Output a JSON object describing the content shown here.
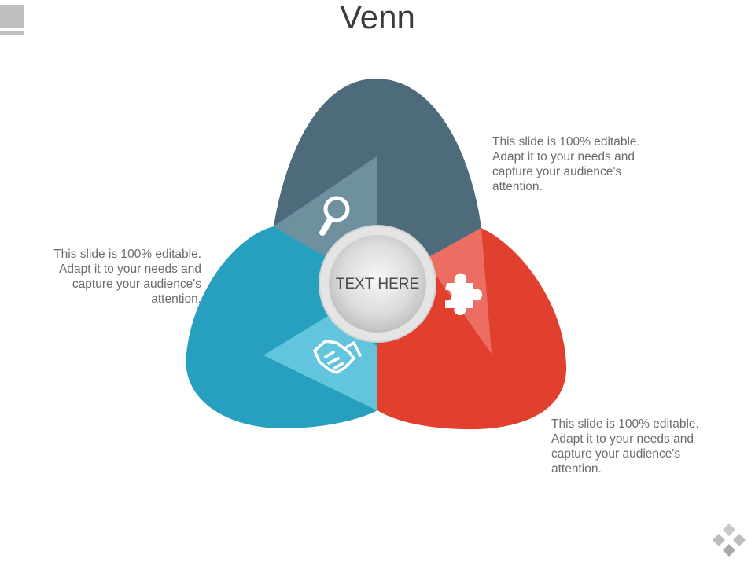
{
  "title": "Venn",
  "center_label": "TEXT HERE",
  "notes": {
    "left": "This slide is 100% editable. Adapt it to your needs and capture your audience's attention.",
    "right_top": "This slide is 100% editable. Adapt it to your needs and capture your audience's attention.",
    "right_bottom": "This slide is 100% editable. Adapt it to your needs and capture your audience's attention."
  },
  "segments": [
    {
      "icon": "magnifier-icon",
      "color": "#4e6b7c",
      "inner_color": "#6e909f"
    },
    {
      "icon": "puzzle-piece-icon",
      "color": "#e2402e",
      "inner_color": "#ec6e63"
    },
    {
      "icon": "handshake-icon",
      "color": "#279fbf",
      "inner_color": "#63c4de"
    }
  ]
}
